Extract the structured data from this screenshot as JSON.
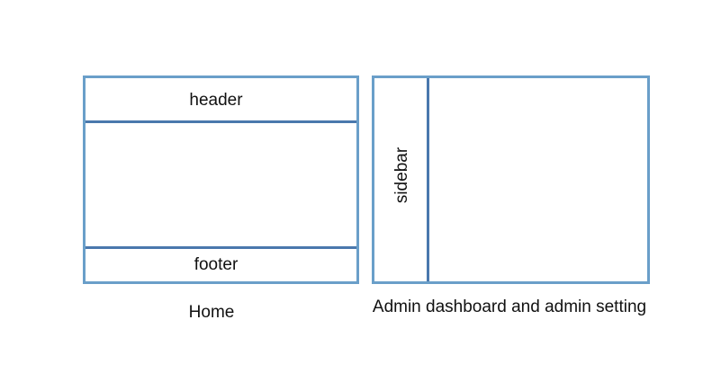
{
  "home_layout": {
    "header_label": "header",
    "footer_label": "footer",
    "caption": "Home"
  },
  "admin_layout": {
    "sidebar_label": "sidebar",
    "caption": "Admin dashboard and admin setting"
  },
  "colors": {
    "box_border": "#6a9fc9",
    "divider": "#4a78ad",
    "text": "#111111",
    "background": "#ffffff"
  }
}
